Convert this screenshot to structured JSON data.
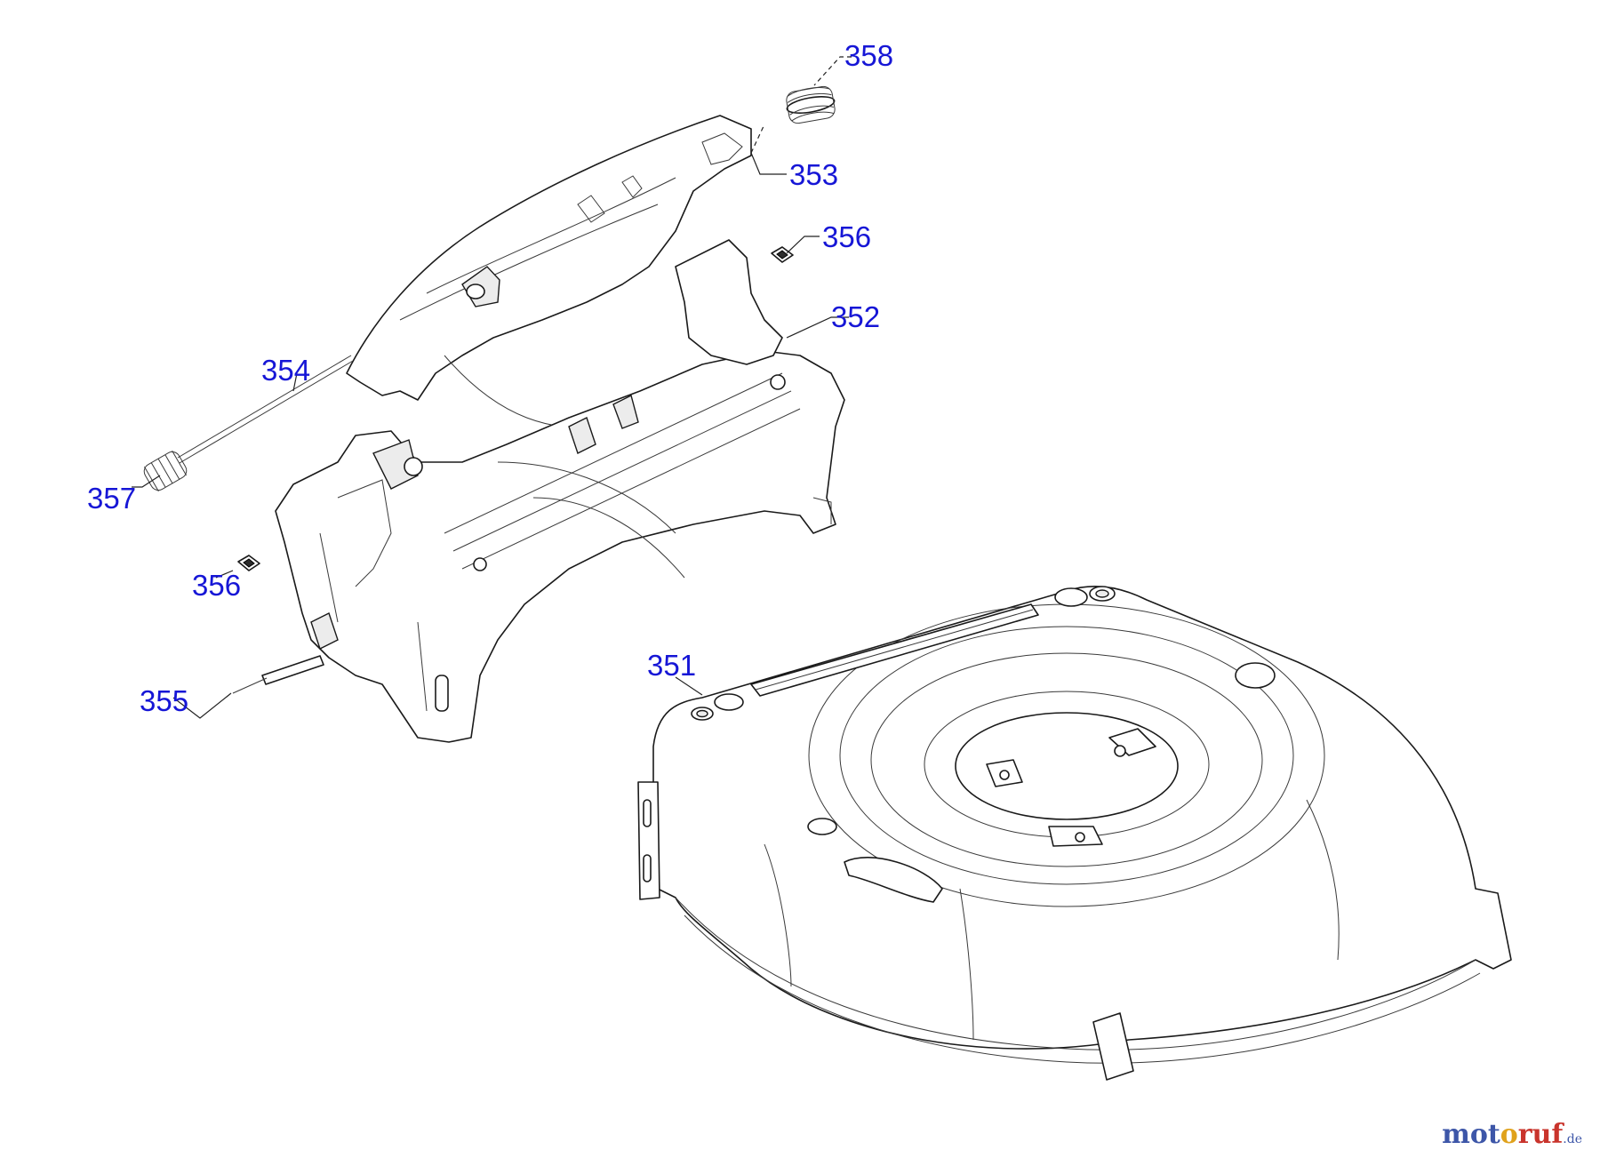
{
  "callouts": {
    "p351": "351",
    "p352": "352",
    "p353": "353",
    "p354": "354",
    "p355": "355",
    "p356a": "356",
    "p356b": "356",
    "p357": "357",
    "p358": "358"
  },
  "watermark": {
    "part1": "mot",
    "part2": "o",
    "part3": "ruf",
    "part4": ".de"
  },
  "colors": {
    "callout": "#1616d6",
    "line": "#1a1a1a"
  }
}
